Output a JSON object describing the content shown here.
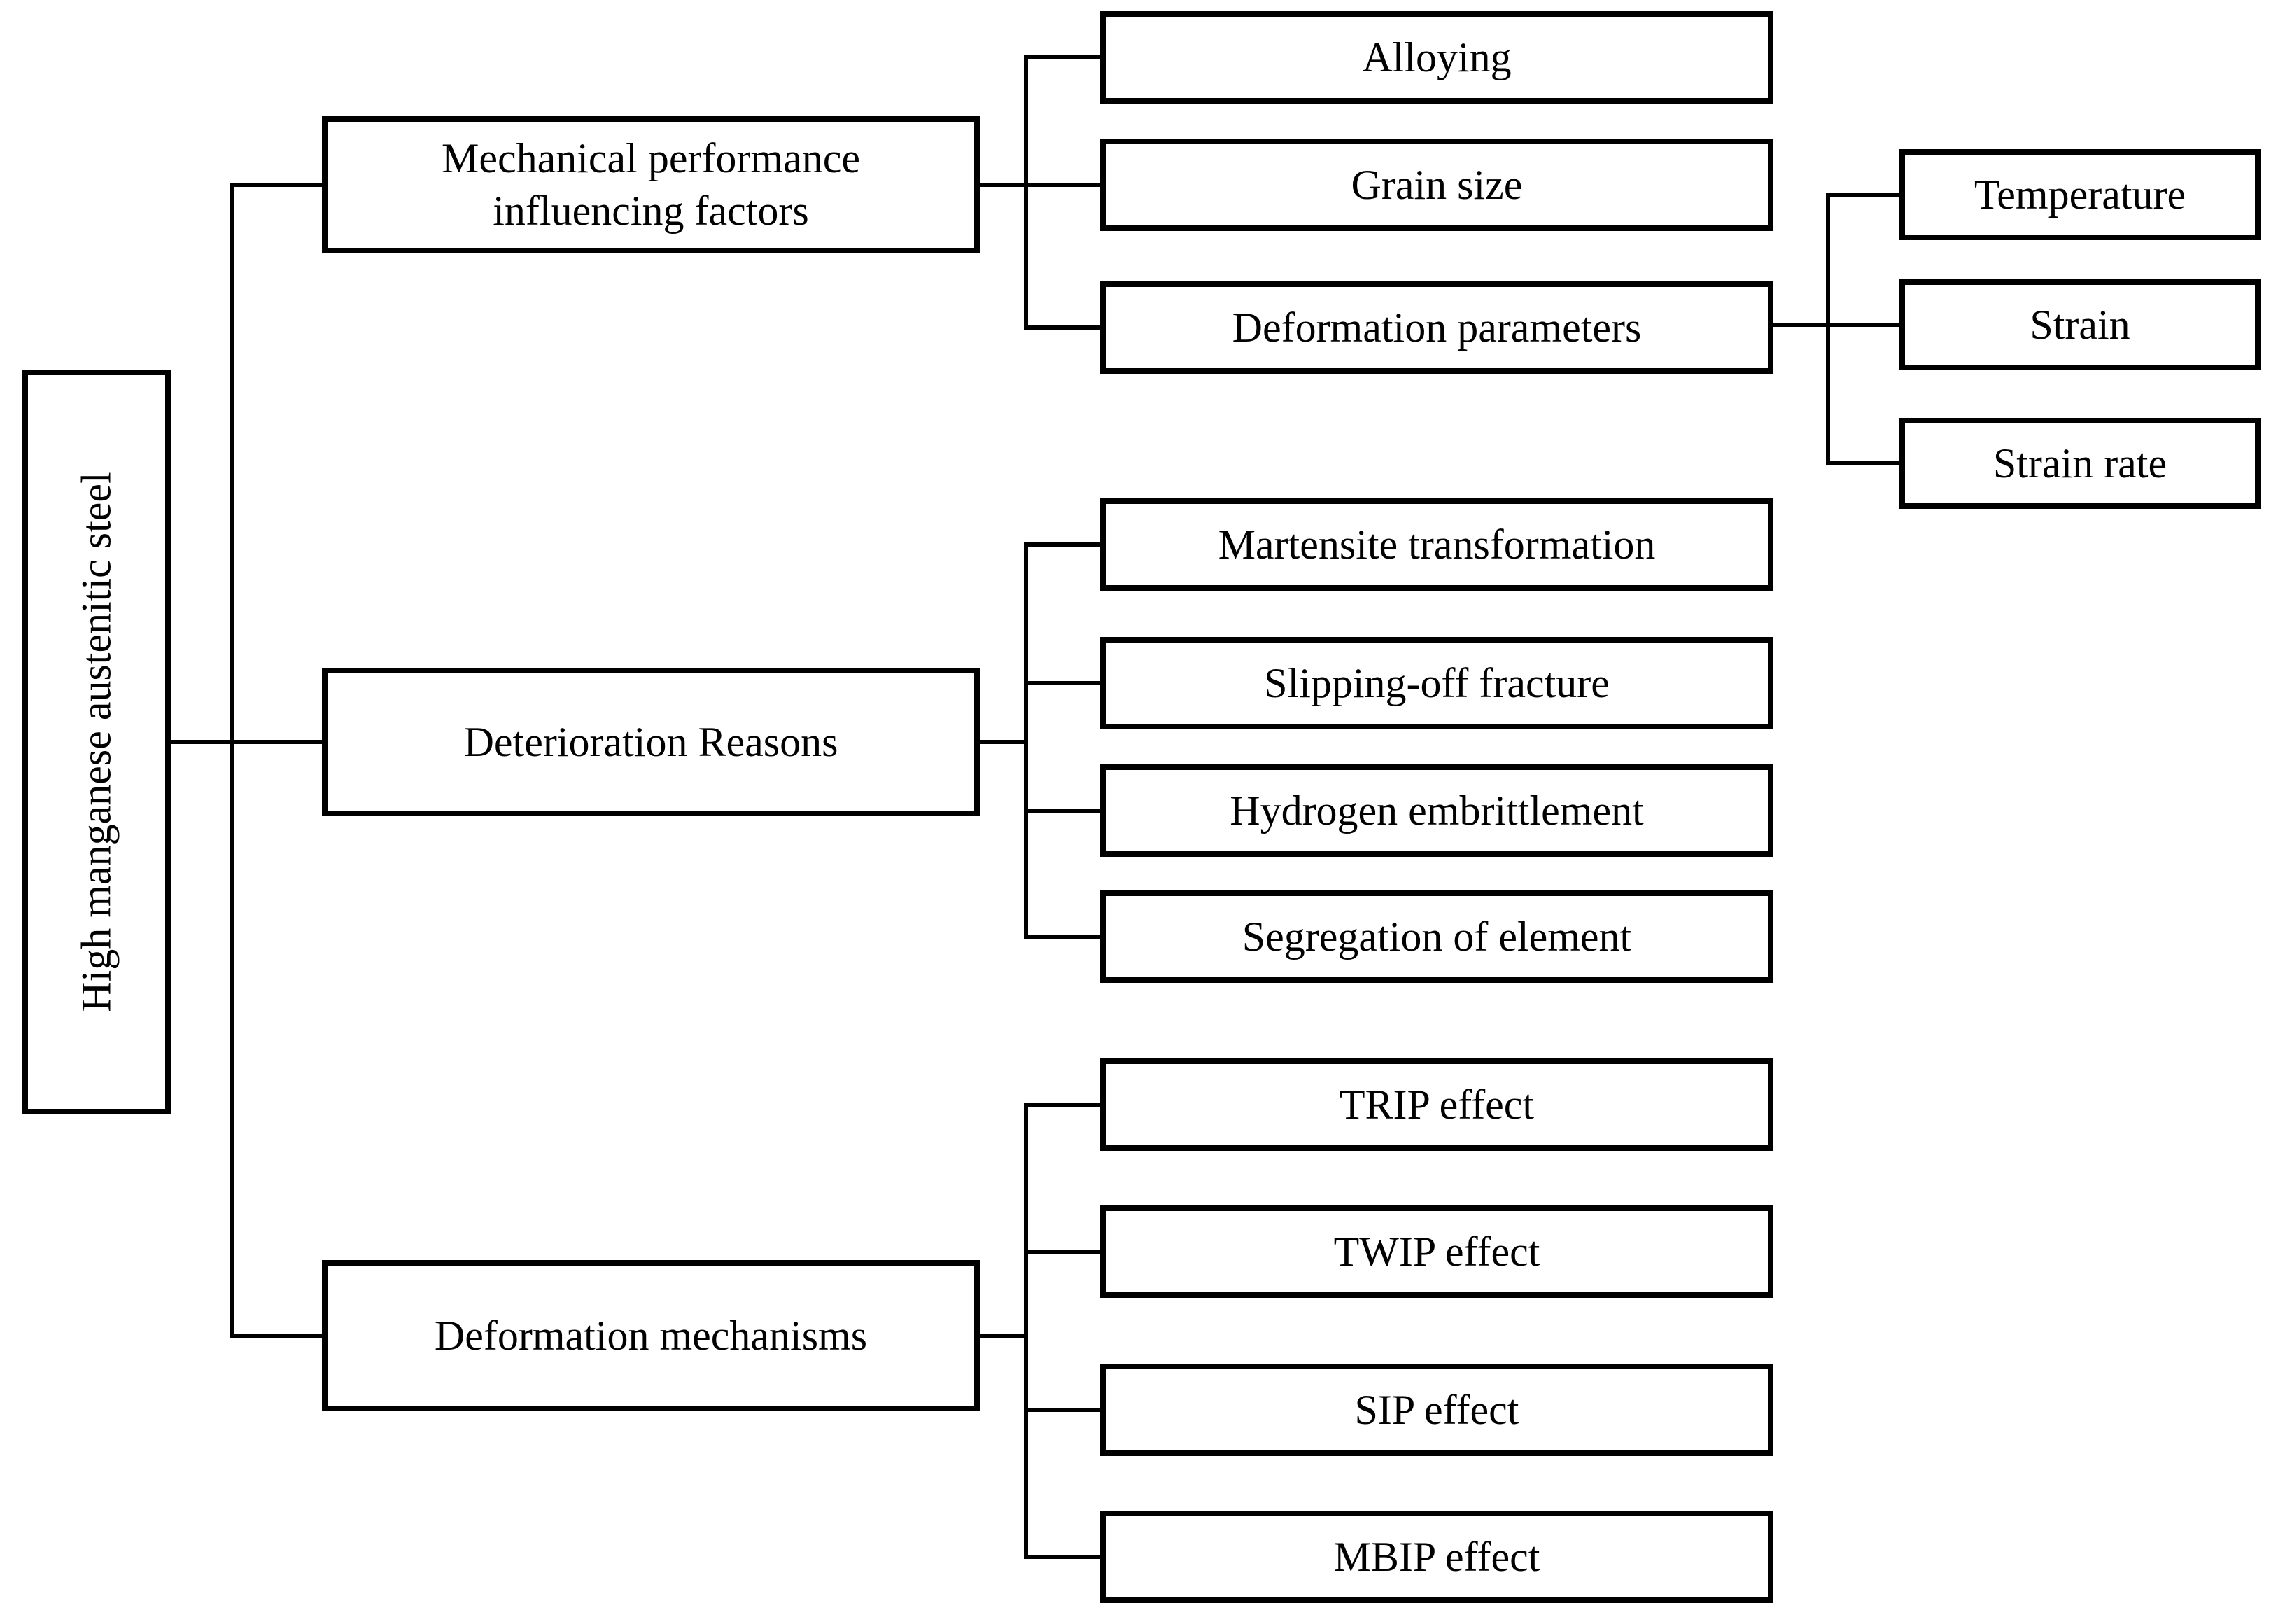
{
  "colors": {
    "line": "#000000",
    "box_border": "#000000",
    "background": "#ffffff",
    "text": "#000000"
  },
  "diagram": {
    "root": {
      "label": "High manganese austenitic steel"
    },
    "groups": [
      {
        "parent": {
          "label": "Mechanical performance influencing factors",
          "lines": [
            "Mechanical performance",
            "influencing factors"
          ]
        },
        "children": [
          {
            "label": "Alloying"
          },
          {
            "label": "Grain size"
          },
          {
            "label": "Deformation parameters",
            "children": [
              {
                "label": "Temperature"
              },
              {
                "label": "Strain"
              },
              {
                "label": "Strain rate"
              }
            ]
          }
        ]
      },
      {
        "parent": {
          "label": "Deterioration Reasons"
        },
        "children": [
          {
            "label": "Martensite transformation"
          },
          {
            "label": "Slipping-off fracture"
          },
          {
            "label": "Hydrogen embrittlement"
          },
          {
            "label": "Segregation of element"
          }
        ]
      },
      {
        "parent": {
          "label": "Deformation mechanisms"
        },
        "children": [
          {
            "label": "TRIP effect"
          },
          {
            "label": "TWIP effect"
          },
          {
            "label": "SIP effect"
          },
          {
            "label": "MBIP effect"
          }
        ]
      }
    ]
  }
}
